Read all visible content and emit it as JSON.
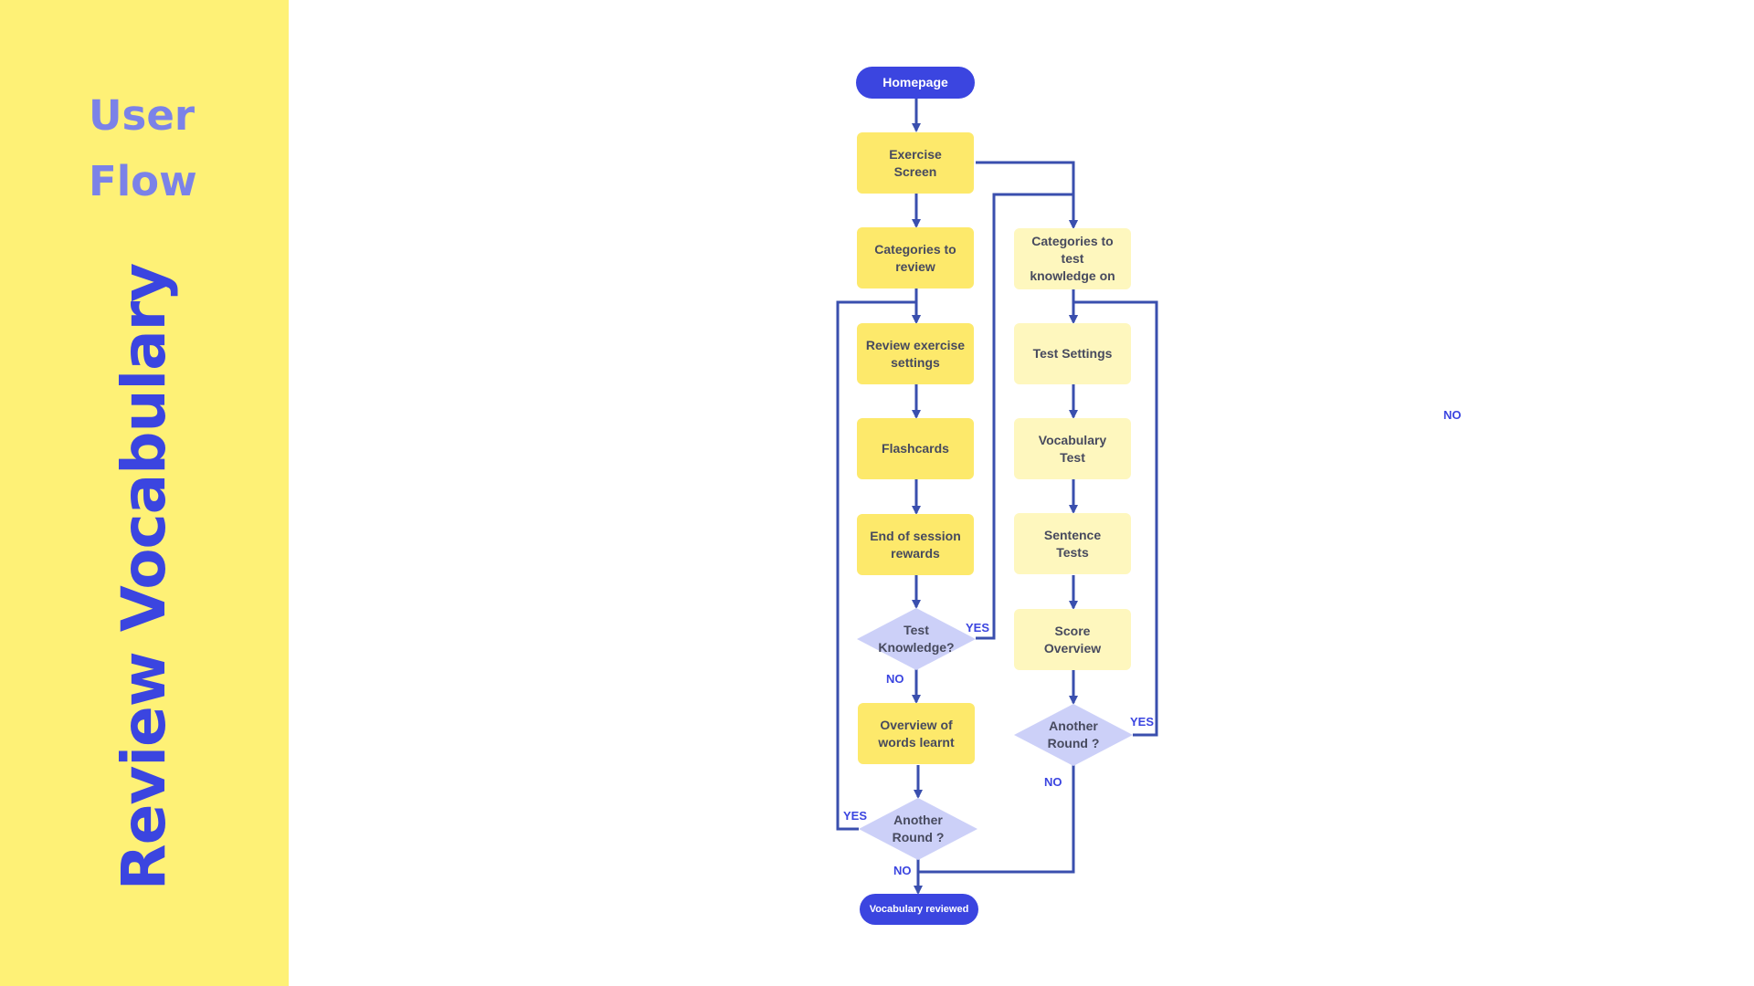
{
  "sidebar": {
    "title_line1": "User",
    "title_line2": "Flow",
    "vertical_title": "Review Vocabulary"
  },
  "colors": {
    "sidebar_bg": "#fef176",
    "title_light": "#7b82e8",
    "accent_blue": "#3b45e0",
    "box_yellow": "#fde96b",
    "box_light_yellow": "#fef7be",
    "decision_fill": "#ccd0f8",
    "connector": "#3a4fae"
  },
  "flowchart": {
    "start": "Homepage",
    "end": "Vocabulary reviewed",
    "review_path": {
      "exercise_screen": "Exercise\nScreen",
      "categories": "Categories to\nreview",
      "settings": "Review exercise\nsettings",
      "flashcards": "Flashcards",
      "rewards": "End of session\nrewards",
      "test_decision": "Test\nKnowledge?",
      "overview": "Overview of\nwords learnt",
      "another_round": "Another\nRound ?"
    },
    "test_path": {
      "categories": "Categories to test\nknowledge on",
      "settings": "Test Settings",
      "vocab_test": "Vocabulary\nTest",
      "sentence_tests": "Sentence\nTests",
      "score": "Score\nOverview",
      "another_round": "Another\nRound ?"
    },
    "labels": {
      "yes_test": "YES",
      "no_test": "NO",
      "yes_review_loop": "YES",
      "no_review_end": "NO",
      "yes_test_loop": "YES",
      "no_test_end": "NO",
      "stray_no": "NO"
    }
  }
}
